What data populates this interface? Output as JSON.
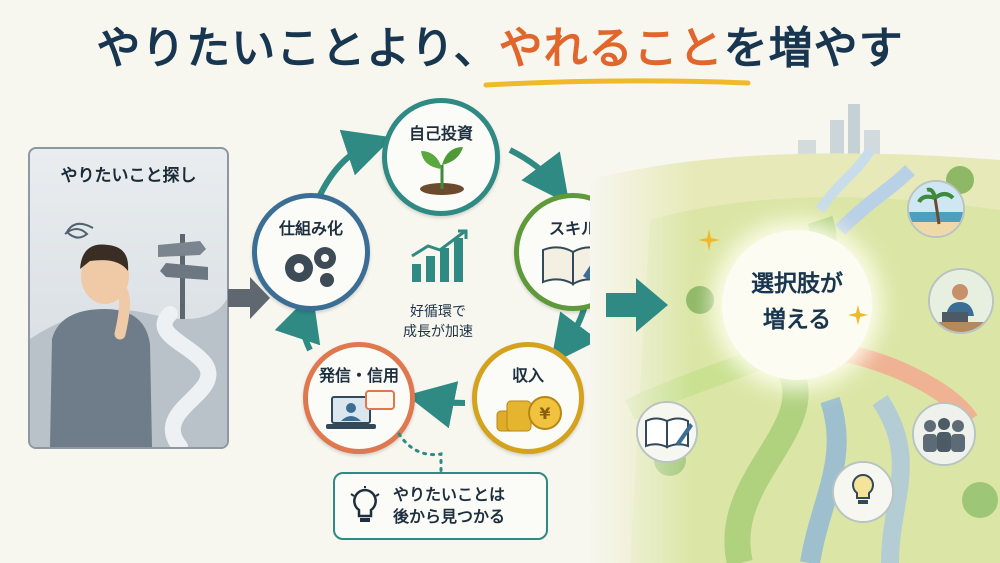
{
  "title": {
    "part1": "やりたいことより、",
    "accent": "やれること",
    "part2": "を増やす"
  },
  "left_panel": {
    "title": "やりたいこと探し"
  },
  "cycle": {
    "nodes": [
      {
        "label": "自己投資"
      },
      {
        "label": "スキル"
      },
      {
        "label": "収入"
      },
      {
        "label": "発信・信用"
      },
      {
        "label": "仕組み化"
      }
    ],
    "center_line1": "好循環で",
    "center_line2": "成長が加速"
  },
  "hint": {
    "line1": "やりたいことは",
    "line2": "後から見つかる"
  },
  "right": {
    "line1": "選択肢が",
    "line2": "増える"
  },
  "colors": {
    "teal": "#2e8a83",
    "blue": "#3b6e94",
    "green": "#5f9a3a",
    "gold": "#d4a21c",
    "coral": "#e0784f",
    "accent": "#e0662c"
  },
  "icons": [
    "seedling-icon",
    "book-pencil-icon",
    "coins-icon",
    "laptop-chat-icon",
    "gears-icon",
    "growth-chart-icon",
    "lightbulb-icon",
    "sparkle-icon",
    "signpost-icon"
  ]
}
